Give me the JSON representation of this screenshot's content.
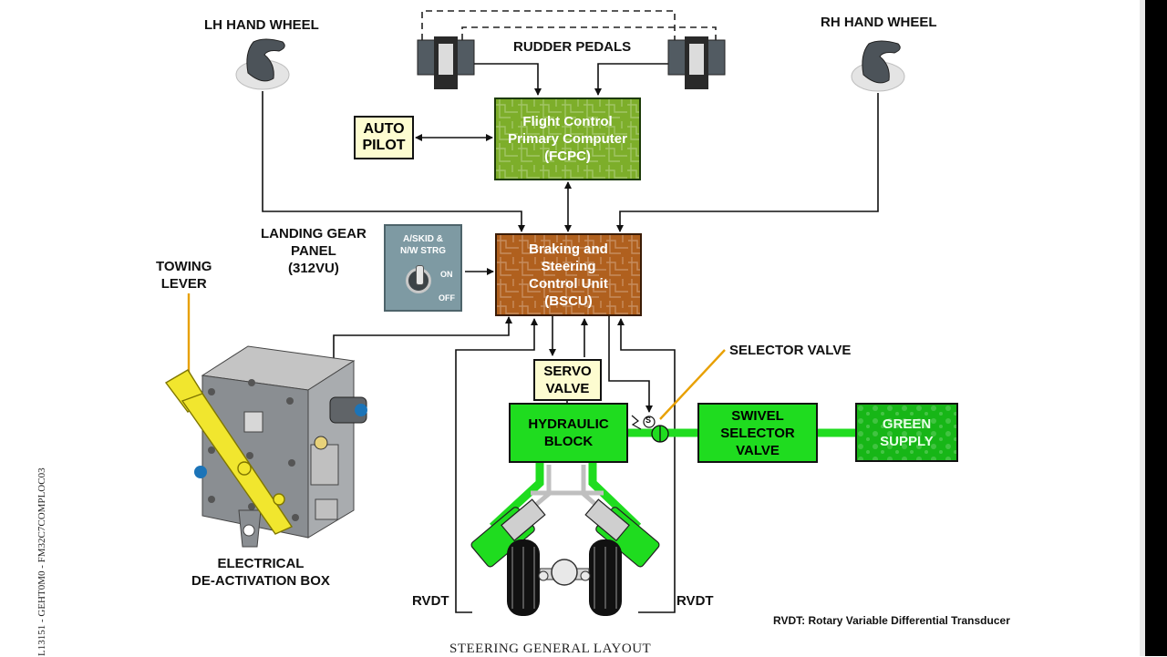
{
  "diagram": {
    "caption": "STEERING GENERAL LAYOUT",
    "side_reference": "L13151 - GEHT0M0 - FM32C7COMPLOC03",
    "footnote": "RVDT: Rotary Variable Differential Transducer",
    "labels": {
      "lh_hand_wheel": "LH HAND WHEEL",
      "rh_hand_wheel": "RH HAND WHEEL",
      "rudder_pedals": "RUDDER PEDALS",
      "landing_gear_panel": "LANDING GEAR\nPANEL\n(312VU)",
      "towing_lever": "TOWING\nLEVER",
      "selector_valve": "SELECTOR VALVE",
      "elec_deactivation_box": "ELECTRICAL\nDE-ACTIVATION BOX",
      "rvdt_left": "RVDT",
      "rvdt_right": "RVDT"
    },
    "boxes": {
      "autopilot": "AUTO\nPILOT",
      "fcpc": "Flight Control\nPrimary Computer\n(FCPC)",
      "bscu": "Braking and\nSteering\nControl Unit\n(BSCU)",
      "servo_valve": "SERVO\nVALVE",
      "hydraulic_block": "HYDRAULIC\nBLOCK",
      "swivel_selector_valve": "SWIVEL\nSELECTOR\nVALVE",
      "green_supply": "GREEN\nSUPPLY"
    },
    "switch_panel": {
      "title": "A/SKID &\nN/W STRG",
      "on": "ON",
      "off": "OFF"
    },
    "selector_valve_mark": "S",
    "colors": {
      "fcpc": "#7dae2a",
      "bscu": "#b0601e",
      "hydraulic": "#1fdc1f",
      "servo_fill": "#fdfcd0",
      "towing_lever": "#f1e62e",
      "panel": "#7e9aa3"
    }
  }
}
